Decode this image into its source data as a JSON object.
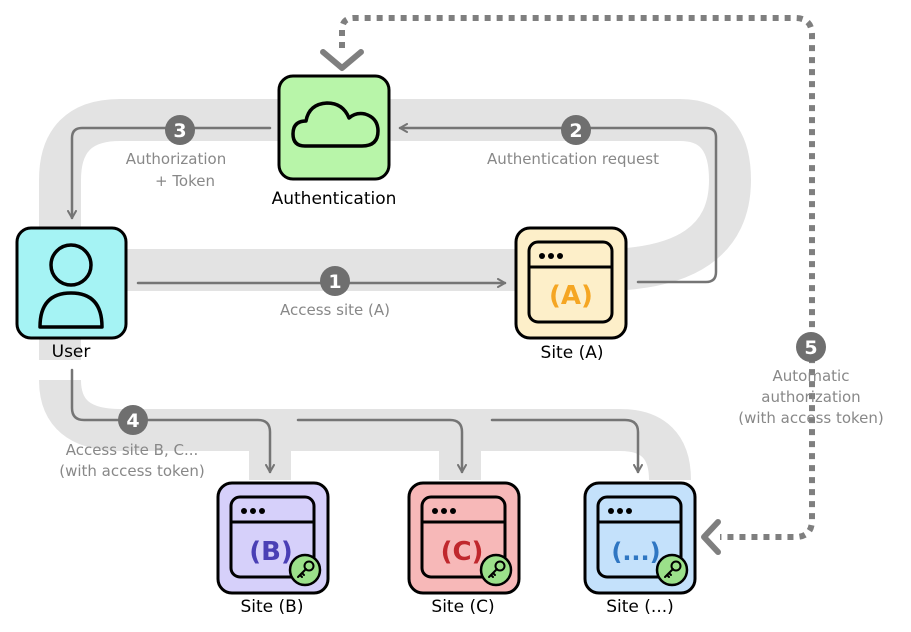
{
  "nodes": {
    "authentication": {
      "label": "Authentication",
      "fill": "#b8f5a9"
    },
    "user": {
      "label": "User",
      "fill": "#a5f3f4"
    },
    "site_a": {
      "label": "Site (A)",
      "inner": "(A)",
      "fill": "#fdefc9",
      "accent": "#f5a623"
    },
    "site_b": {
      "label": "Site (B)",
      "inner": "(B)",
      "fill": "#d6d0fa",
      "accent": "#4a3fb5"
    },
    "site_c": {
      "label": "Site (C)",
      "inner": "(C)",
      "fill": "#f7b8b8",
      "accent": "#c0282d"
    },
    "site_etc": {
      "label": "Site (...)",
      "inner": "(...)",
      "fill": "#c4e1fb",
      "accent": "#2f76c2"
    }
  },
  "steps": {
    "s1": {
      "num": "1",
      "caption": "Access site (A)"
    },
    "s2": {
      "num": "2",
      "caption": "Authentication request"
    },
    "s3": {
      "num": "3",
      "caption_line1": "Authorization",
      "caption_line2": "+ Token"
    },
    "s4": {
      "num": "4",
      "caption_line1": "Access site B, C...",
      "caption_line2": "(with access token)"
    },
    "s5": {
      "num": "5",
      "caption_line1": "Automatic",
      "caption_line2": "authorization",
      "caption_line3": "(with access token)"
    }
  },
  "colors": {
    "track": "#e3e3e3",
    "arrow": "#757575",
    "dotted": "#7f7f7f",
    "badge": "#6f6f6f",
    "key_badge": "#9be08a"
  }
}
